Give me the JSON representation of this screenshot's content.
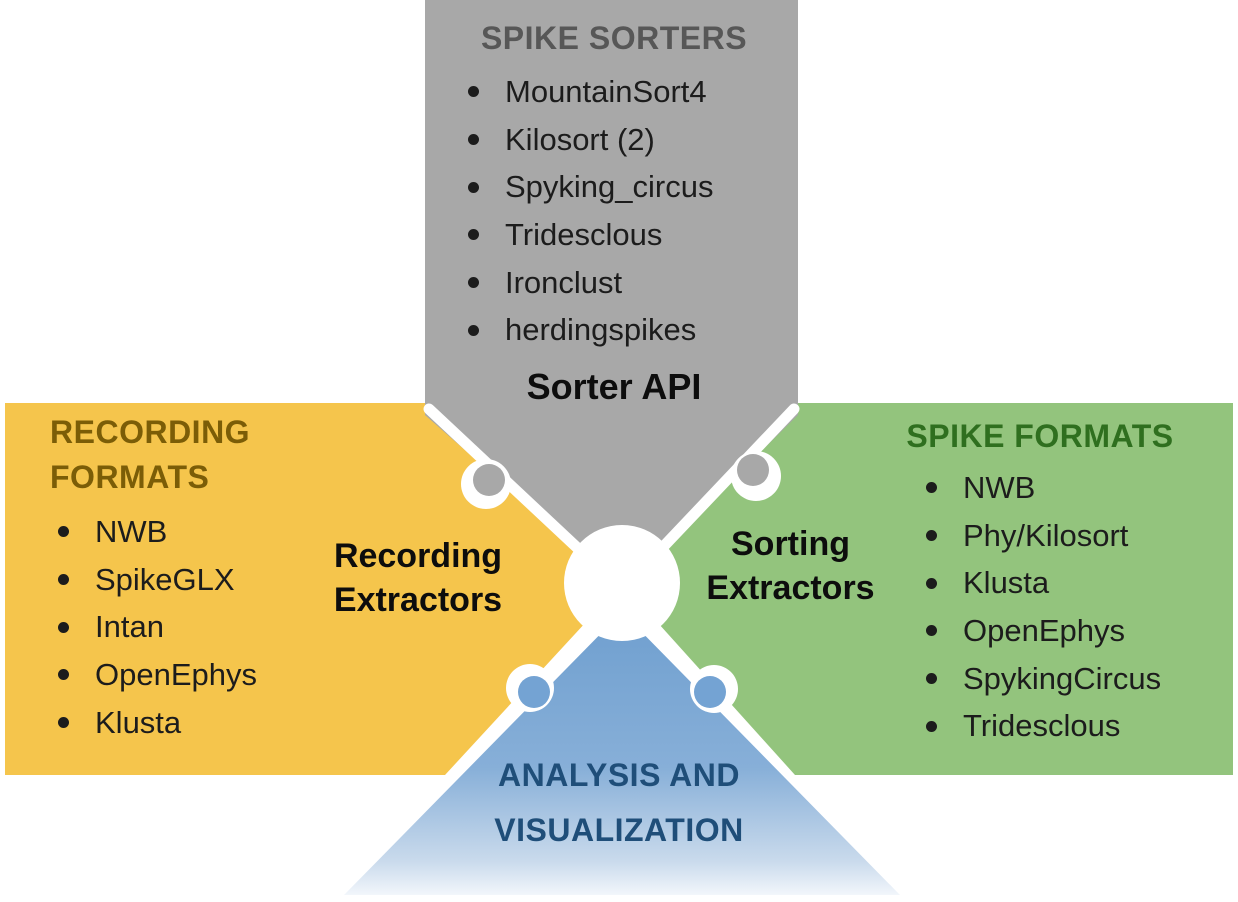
{
  "sorters": {
    "heading": "SPIKE SORTERS",
    "items": [
      "MountainSort4",
      "Kilosort (2)",
      "Spyking_circus",
      "Tridesclous",
      "Ironclust",
      "herdingspikes"
    ],
    "api_label": "Sorter API"
  },
  "recording_formats": {
    "heading": "RECORDING FORMATS",
    "items": [
      "NWB",
      "SpikeGLX",
      "Intan",
      "OpenEphys",
      "Klusta"
    ],
    "extractors_label": "Recording Extractors"
  },
  "spike_formats": {
    "heading": "SPIKE FORMATS",
    "items": [
      "NWB",
      "Phy/Kilosort",
      "Klusta",
      "OpenEphys",
      "SpykingCircus",
      "Tridesclous"
    ],
    "extractors_label": "Sorting Extractors"
  },
  "analysis": {
    "label": "ANALYSIS AND VISUALIZATION"
  },
  "colors": {
    "sorters_fill": "#a8a8a8",
    "recording_fill": "#f5c54c",
    "spike_formats_fill": "#93c47d",
    "analysis_fill": "#74a3d3",
    "sorters_heading_text": "#575757",
    "recording_heading_text": "#7b5d07",
    "spike_formats_heading_text": "#2f6f1f",
    "analysis_text": "#1f4e79",
    "list_text": "#1c1c1c"
  }
}
